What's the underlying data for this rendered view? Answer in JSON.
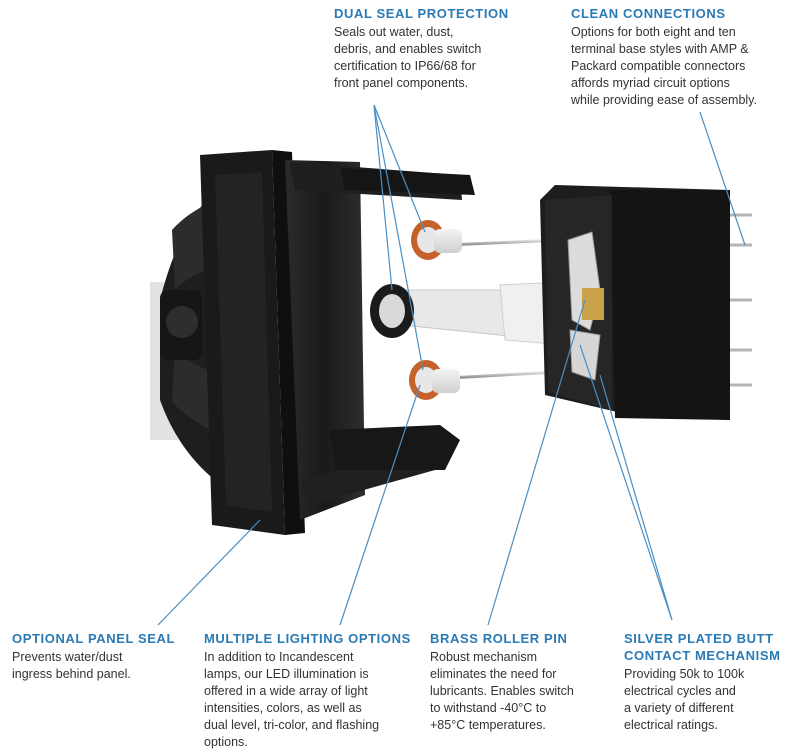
{
  "callouts": {
    "dual_seal": {
      "title": "DUAL SEAL PROTECTION",
      "body": "Seals out water, dust,\ndebris, and enables switch\ncertification to IP66/68 for\nfront panel components."
    },
    "clean_connections": {
      "title": "CLEAN CONNECTIONS",
      "body": "Options for both eight and ten\nterminal base styles with AMP &\nPackard compatible connectors\naffords myriad circuit options\nwhile providing ease of assembly."
    },
    "panel_seal": {
      "title": "OPTIONAL PANEL SEAL",
      "body": "Prevents water/dust\ningress behind panel."
    },
    "lighting": {
      "title": "MULTIPLE LIGHTING OPTIONS",
      "body": "In addition to Incandescent\nlamps, our LED illumination is\noffered in a wide array of light\nintensities, colors, as well as\ndual level, tri-color, and flashing\noptions."
    },
    "roller_pin": {
      "title": "BRASS ROLLER PIN",
      "body": "Robust mechanism\neliminates the need for\nlubricants. Enables switch\nto withstand -40°C to\n+85°C temperatures."
    },
    "silver_contact": {
      "title": "SILVER PLATED BUTT\nCONTACT MECHANISM",
      "body": "Providing 50k to 100k\nelectrical cycles and\na variety of different\nelectrical ratings."
    }
  },
  "colors": {
    "accent": "#2a7ab5",
    "seal_orange": "#c4622a",
    "housing": "#1c1c1c"
  }
}
